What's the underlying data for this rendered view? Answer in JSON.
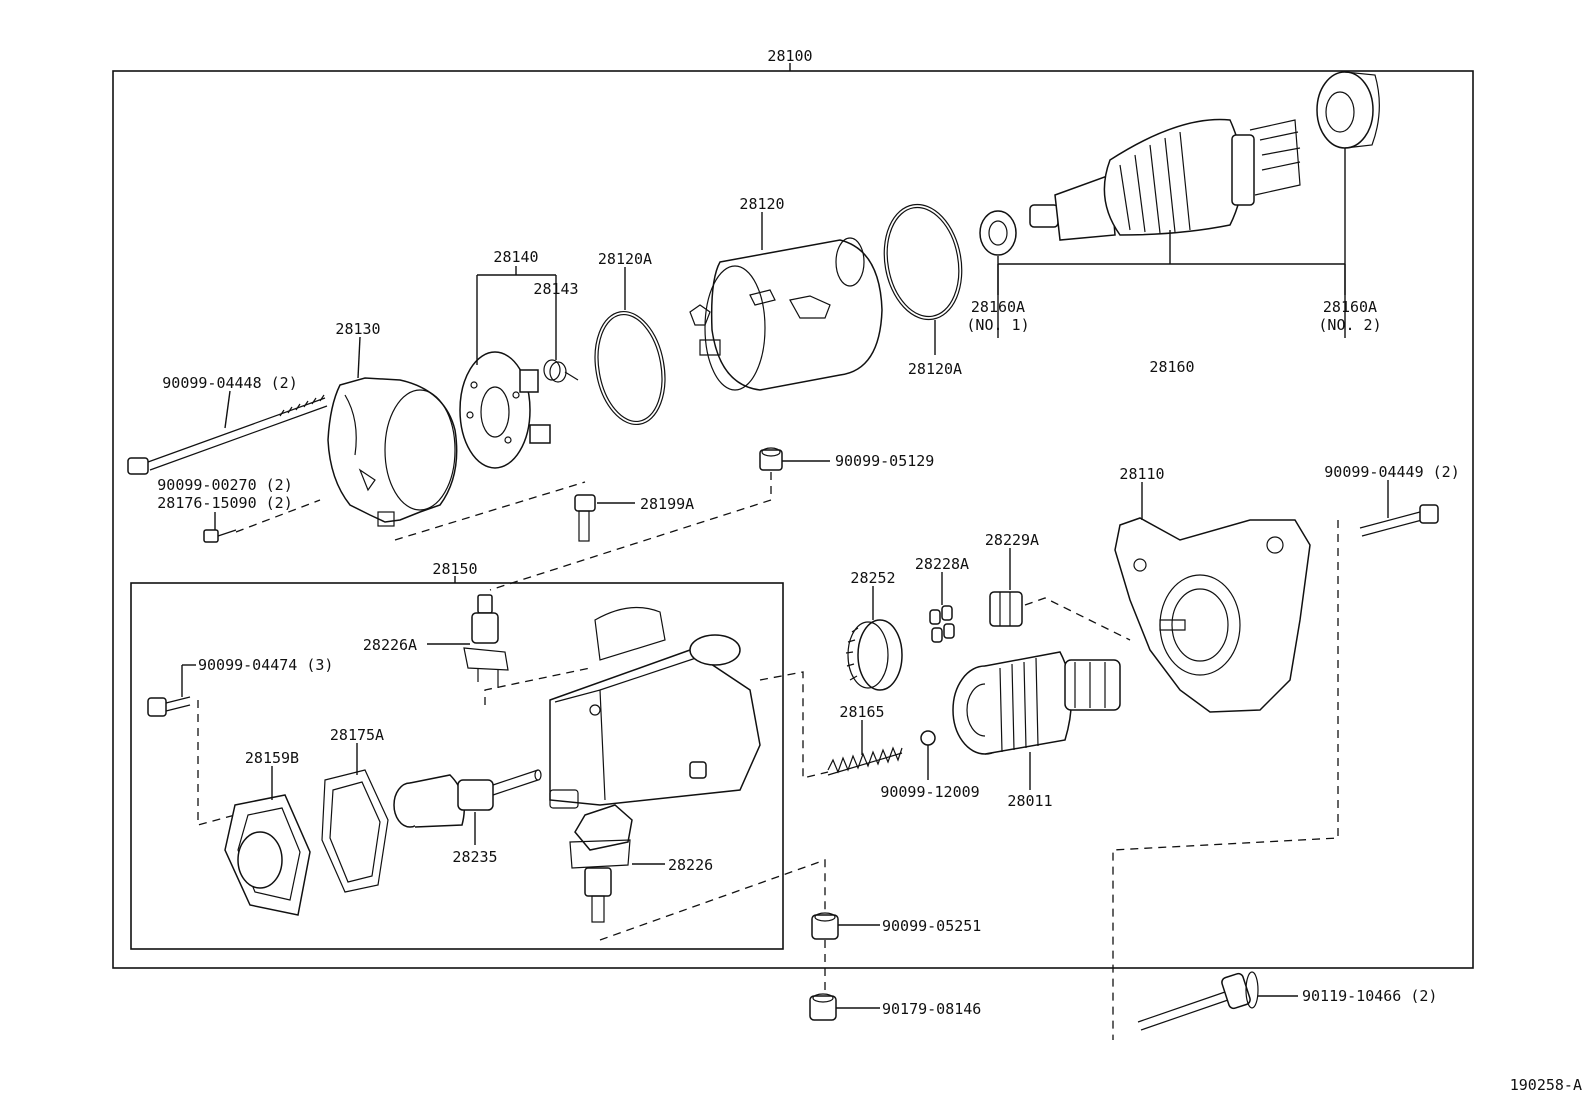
{
  "diagram_id": "190258-A",
  "assembly": "28100",
  "subassembly": "28150",
  "labels": {
    "p28100": "28100",
    "p28120": "28120",
    "p28140": "28140",
    "p28120A_top": "28120A",
    "p28143": "28143",
    "p28130": "28130",
    "p90099_04448": "90099-04448 (2)",
    "p90099_00270": "90099-00270 (2)",
    "p28176_15090": "28176-15090 (2)",
    "p28120A_mid": "28120A",
    "p28160A_1": "28160A",
    "p28160A_1_sub": "(NO. 1)",
    "p28160A_2": "28160A",
    "p28160A_2_sub": "(NO. 2)",
    "p28160": "28160",
    "p90099_05129": "90099-05129",
    "p28199A": "28199A",
    "p28110": "28110",
    "p90099_04449": "90099-04449 (2)",
    "p28150": "28150",
    "p28226A": "28226A",
    "p90099_04474": "90099-04474 (3)",
    "p28175A": "28175A",
    "p28159B": "28159B",
    "p28235": "28235",
    "p28226": "28226",
    "p28252": "28252",
    "p28228A": "28228A",
    "p28229A": "28229A",
    "p28165": "28165",
    "p90099_12009": "90099-12009",
    "p28011": "28011",
    "p90099_05251": "90099-05251",
    "p90179_08146": "90179-08146",
    "p90119_10466": "90119-10466 (2)"
  }
}
